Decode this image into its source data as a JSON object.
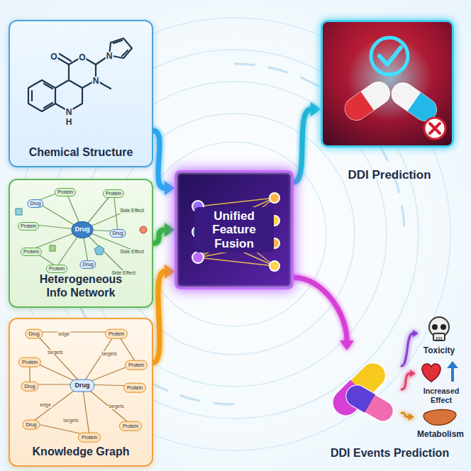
{
  "diagram": {
    "nodes": [
      {
        "text": [
          "Chemical Structure"
        ]
      },
      {
        "text": [
          "Heterogeneous Info Network"
        ]
      },
      {
        "text": [
          "Knowledge Graph"
        ]
      },
      {
        "text": [
          "Unified Feature Fusion"
        ]
      },
      {
        "text": [
          "DDI Prediction"
        ]
      },
      {
        "text": [
          "DDI Events Prediction"
        ]
      },
      {
        "text": [
          "Toxicity"
        ]
      },
      {
        "text": [
          "Increased Effect"
        ]
      },
      {
        "text": [
          "Metabolism"
        ]
      }
    ],
    "edges": [
      {
        "from": 0,
        "to": 3,
        "arrow": "to"
      },
      {
        "from": 1,
        "to": 3,
        "arrow": "to"
      },
      {
        "from": 2,
        "to": 3,
        "arrow": "to"
      },
      {
        "from": 3,
        "to": 4,
        "arrow": "to"
      },
      {
        "from": 3,
        "to": 5,
        "arrow": "to"
      },
      {
        "from": 5,
        "to": 6,
        "arrow": "to"
      },
      {
        "from": 5,
        "to": 7,
        "arrow": "to"
      },
      {
        "from": 5,
        "to": 8,
        "arrow": "to"
      }
    ],
    "labels": [
      "O",
      "O",
      "N",
      "N",
      "N",
      "H",
      "Protein",
      "Drug",
      "Protein",
      "Side Effect",
      "Protein",
      "Drug",
      "Drug",
      "Side Effect",
      "Protein",
      "Protein",
      "Drug",
      "Side Effect",
      "Drug",
      "edge",
      "Protein",
      "targets",
      "Protein",
      "targets",
      "Protein",
      "Drug",
      "Drug",
      "Protein",
      "edge",
      "targets",
      "Drug",
      "targets",
      "Protein",
      "Protein"
    ]
  }
}
